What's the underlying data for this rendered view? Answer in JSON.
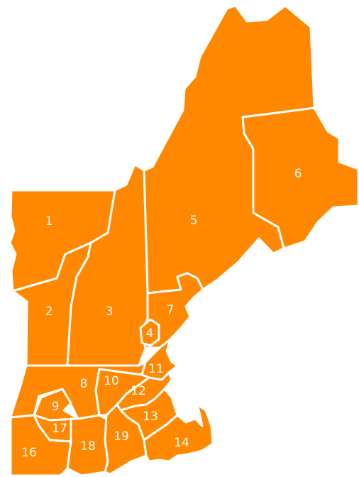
{
  "map": {
    "fill_color": "#ff8800",
    "border_color": "#ffffff",
    "regions": [
      {
        "id": "1",
        "label": "1"
      },
      {
        "id": "2",
        "label": "2"
      },
      {
        "id": "3",
        "label": "3"
      },
      {
        "id": "4",
        "label": "4"
      },
      {
        "id": "5",
        "label": "5"
      },
      {
        "id": "6",
        "label": "6"
      },
      {
        "id": "7",
        "label": "7"
      },
      {
        "id": "8",
        "label": "8"
      },
      {
        "id": "9",
        "label": "9"
      },
      {
        "id": "10",
        "label": "10"
      },
      {
        "id": "11",
        "label": "11"
      },
      {
        "id": "12",
        "label": "12"
      },
      {
        "id": "13",
        "label": "13"
      },
      {
        "id": "14",
        "label": "14"
      },
      {
        "id": "16",
        "label": "16"
      },
      {
        "id": "17",
        "label": "17"
      },
      {
        "id": "18",
        "label": "18"
      },
      {
        "id": "19",
        "label": "19"
      }
    ]
  }
}
